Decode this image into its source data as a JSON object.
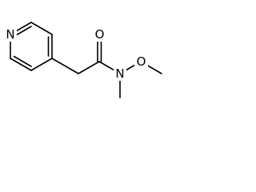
{
  "structure": {
    "atoms": {
      "pyridine_n": "N",
      "carbonyl_o": "O",
      "amide_n": "N",
      "ether_o": "O"
    },
    "colors": {
      "bond": "#000000",
      "label": "#000000",
      "background": "#ffffff"
    }
  }
}
